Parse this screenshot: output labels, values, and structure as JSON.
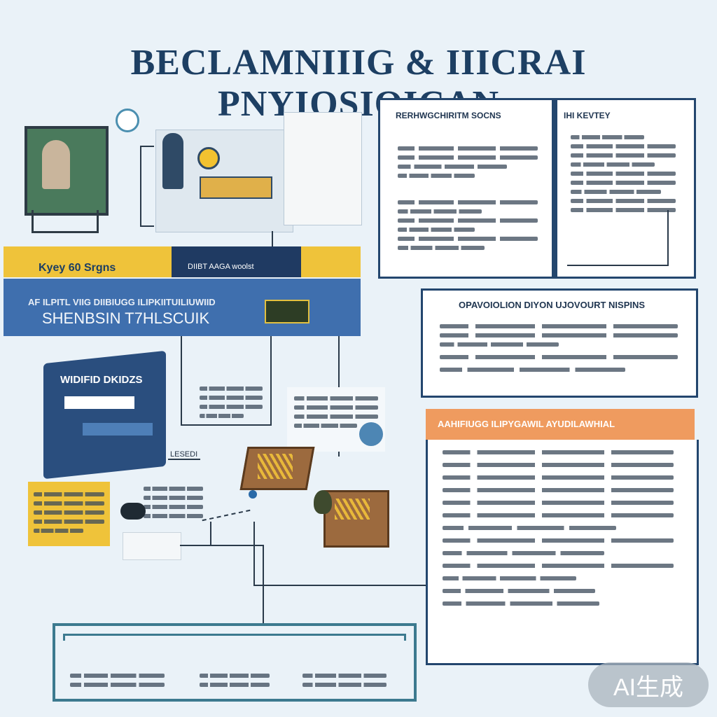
{
  "title": "BECLAMNIIIG & IIICRAI PNYIOSIOICAN",
  "left_banner": {
    "yellow_label": "Kyey 60 Srgns",
    "navy_label": "DIIBT AAGA woolst",
    "blue_line1": "AF ILPITL VIIG DIIBIUGG ILIPKIITUILIUWIID",
    "blue_line2": "SHENBSIN  T7HLSCUIK"
  },
  "panel_top_right": {
    "left_header": "RERHWGCHIRITM SOCNS",
    "right_header": "IHI KEVTEY"
  },
  "panel_mid_right": {
    "header": "OPAVOIOLION DIYON UJOVOURT NISPINS"
  },
  "panel_orange": {
    "header": "AAHIFIUGG ILIPYGAWIL AYUDILAWHIAL"
  },
  "left_card": {
    "title": "WIDIFID DKIDZS"
  },
  "labels": {
    "small_label": "LESEDI"
  },
  "watermark": "AI生成",
  "colors": {
    "navy": "#23466e",
    "yellow": "#efc33a",
    "blue": "#3f6fae",
    "orange": "#ef9b5f",
    "background": "#eaf2f8"
  }
}
